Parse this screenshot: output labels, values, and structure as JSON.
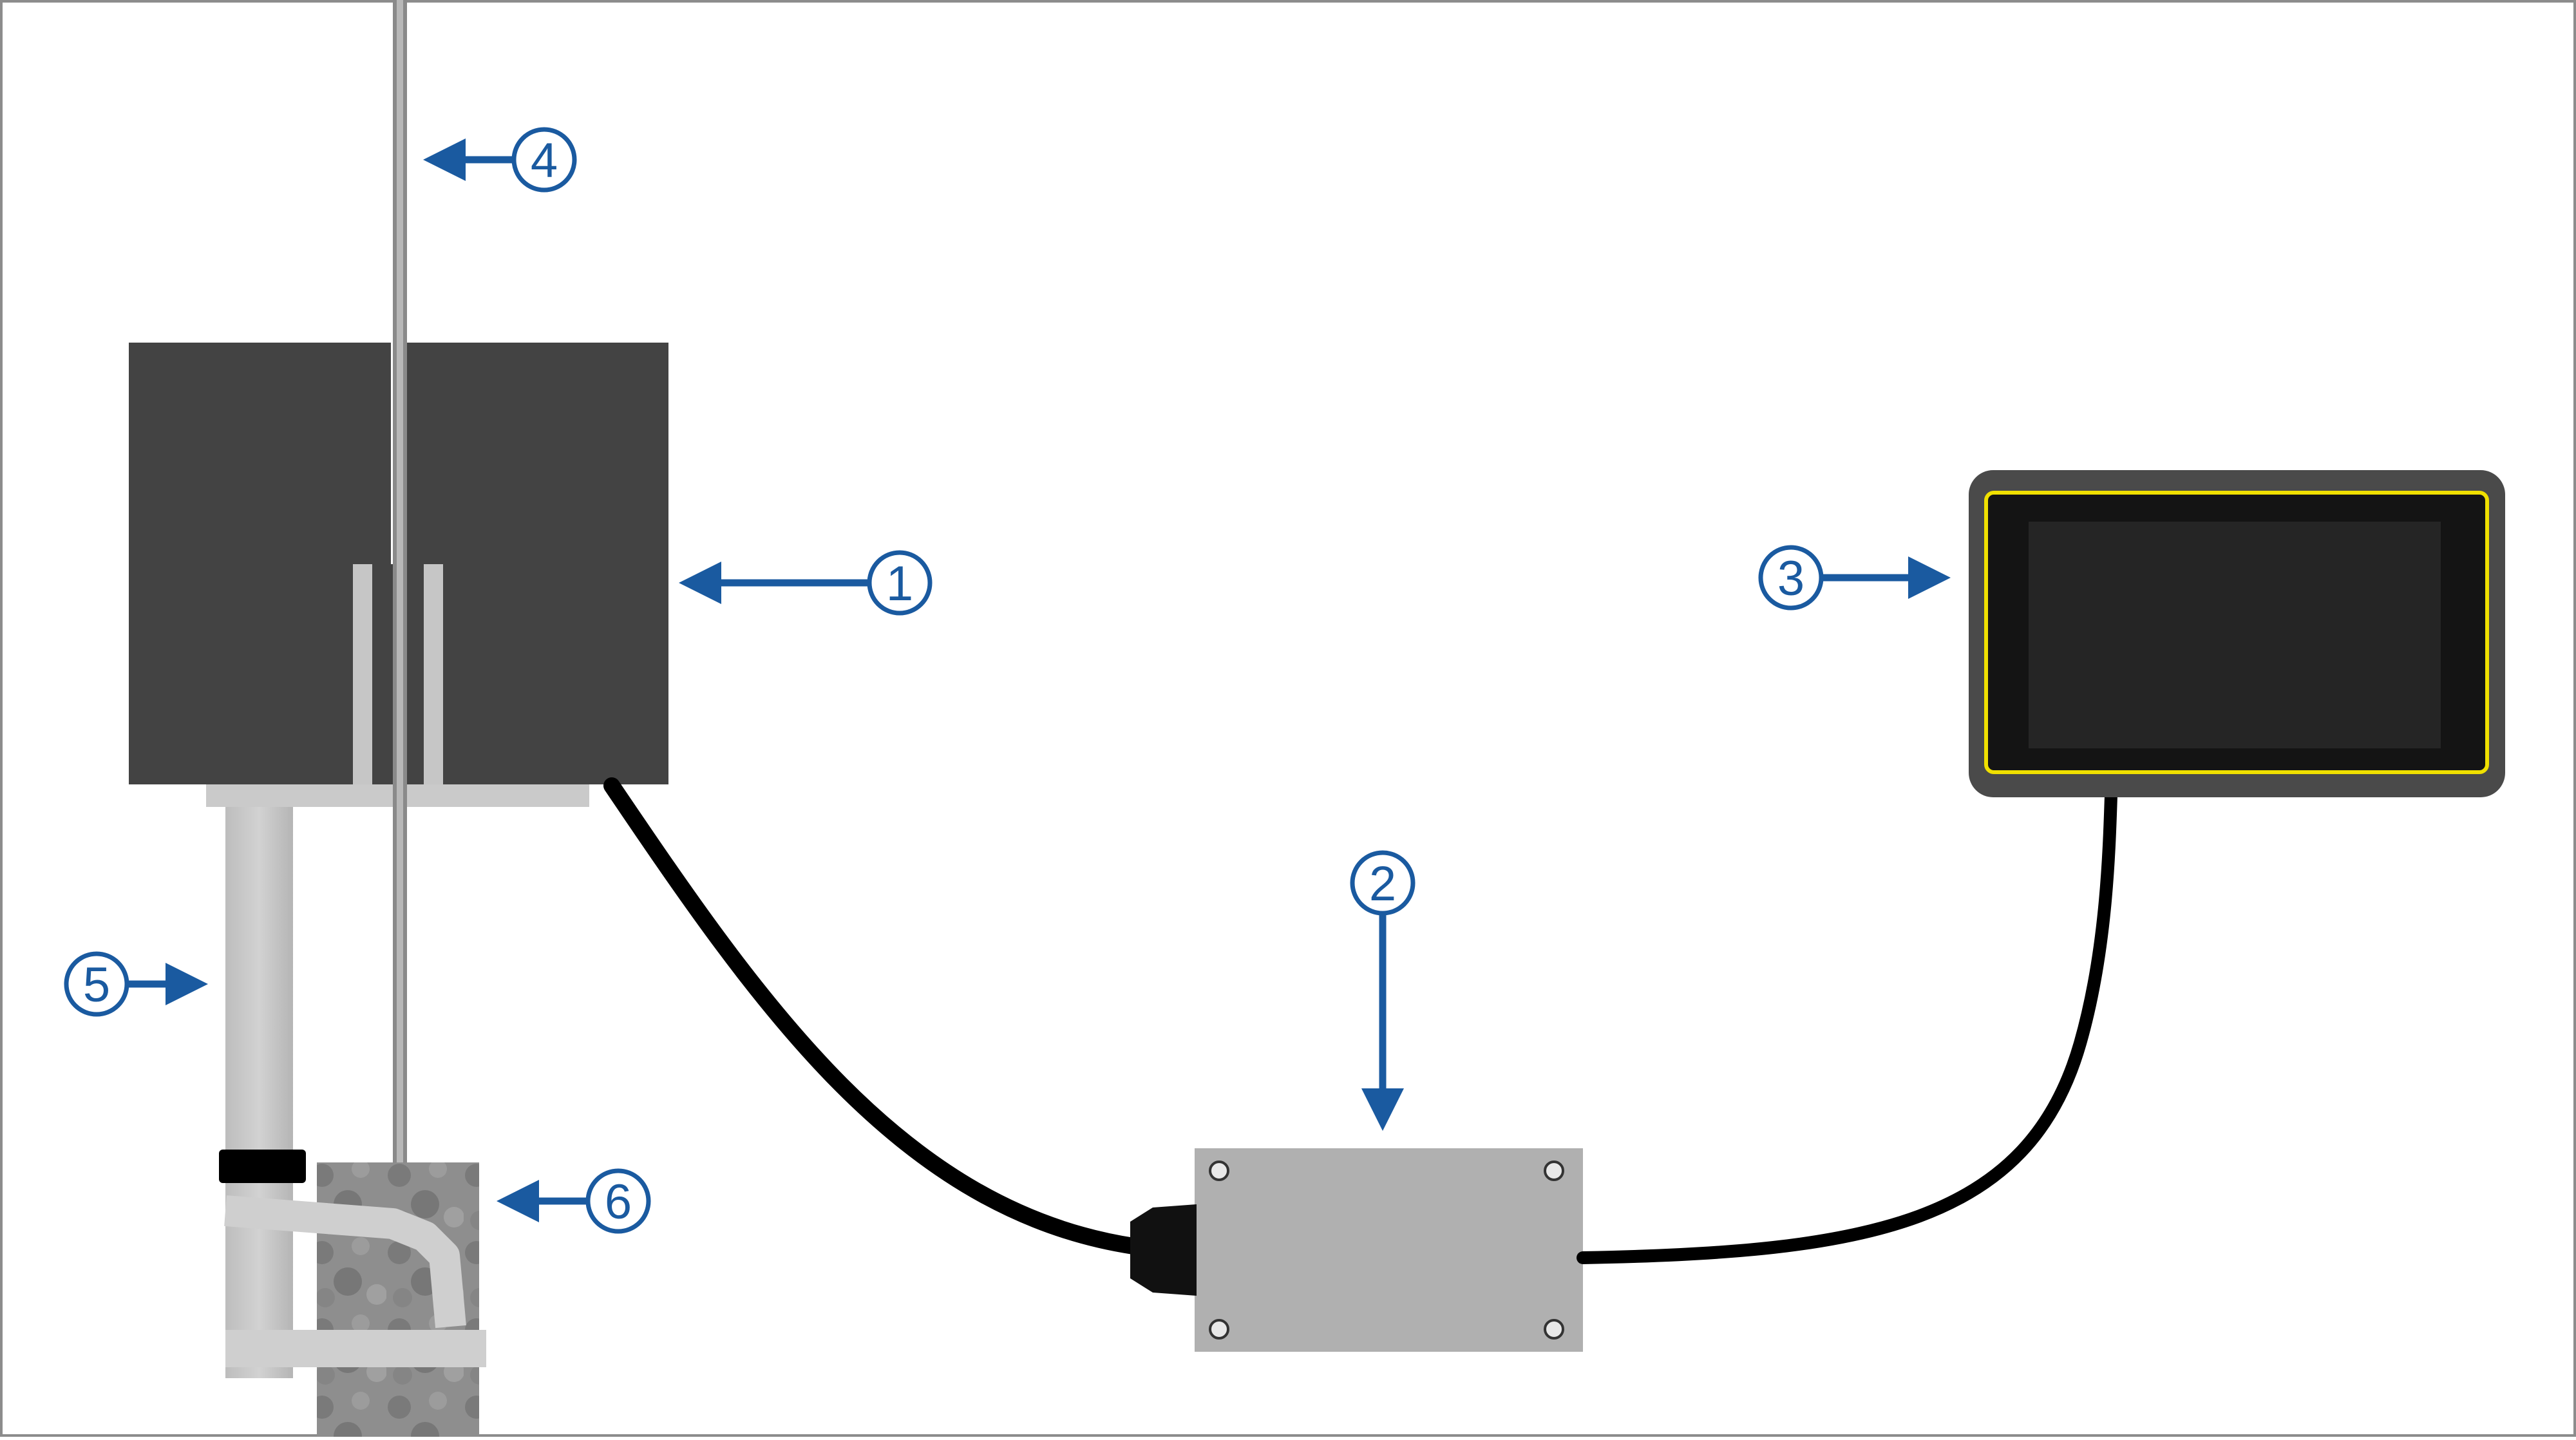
{
  "colors": {
    "callout": "#1a5aa0",
    "sensor_housing": "#434343",
    "bracket": "#c9c9c9",
    "display_frame": "#4a4a4a",
    "display_border": "#f0e000",
    "display_screen": "#252525",
    "junction_box": "#b0b0b0",
    "cable": "#000000",
    "wire_rope": "#8a8a8a",
    "frame_border": "#8c8c8c"
  },
  "callouts": [
    {
      "id": "sensor",
      "label": "1"
    },
    {
      "id": "junction-box",
      "label": "2"
    },
    {
      "id": "display",
      "label": "3"
    },
    {
      "id": "wire-rope",
      "label": "4"
    },
    {
      "id": "mounting-rod",
      "label": "5"
    },
    {
      "id": "post",
      "label": "6"
    }
  ]
}
